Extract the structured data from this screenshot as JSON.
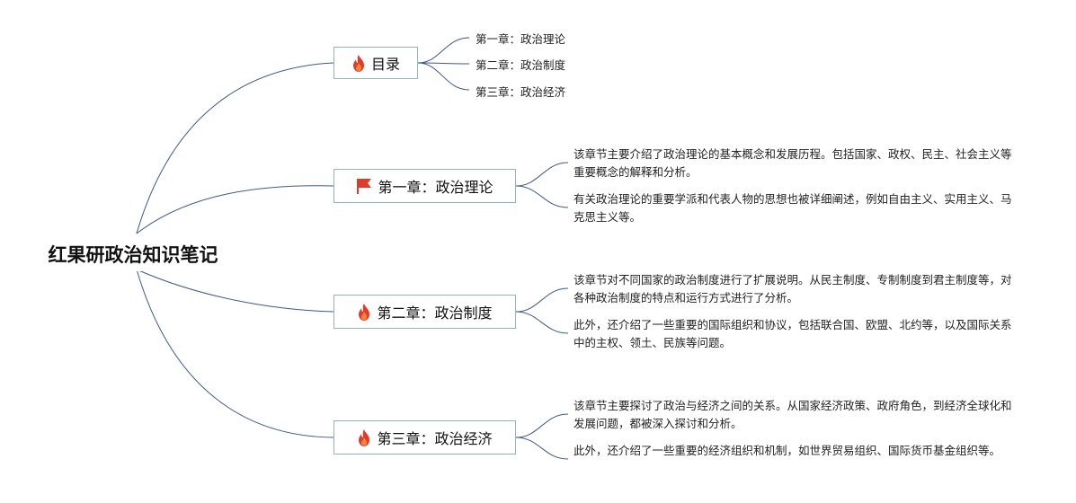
{
  "root": {
    "label": "红果研政治知识笔记"
  },
  "topics": [
    {
      "label": "目录",
      "icon": "fire-icon",
      "leaves": [
        "第一章：政治理论",
        "第二章：政治制度",
        "第三章：政治经济"
      ]
    },
    {
      "label": "第一章：政治理论",
      "icon": "flag-icon",
      "paragraphs": [
        "该章节主要介绍了政治理论的基本概念和发展历程。包括国家、政权、民主、社会主义等重要概念的解释和分析。",
        "有关政治理论的重要学派和代表人物的思想也被详细阐述，例如自由主义、实用主义、马克思主义等。"
      ]
    },
    {
      "label": "第二章：政治制度",
      "icon": "fire-icon",
      "paragraphs": [
        "该章节对不同国家的政治制度进行了扩展说明。从民主制度、专制制度到君主制度等，对各种政治制度的特点和运行方式进行了分析。",
        "此外，还介绍了一些重要的国际组织和协议，包括联合国、欧盟、北约等，以及国际关系中的主权、领土、民族等问题。"
      ]
    },
    {
      "label": "第三章：政治经济",
      "icon": "fire-icon",
      "paragraphs": [
        "该章节主要探讨了政治与经济之间的关系。从国家经济政策、政府角色，到经济全球化和发展问题，都被深入探讨和分析。",
        "此外，还介绍了一些重要的经济组织和机制，如世界贸易组织、国际货币基金组织等。"
      ]
    }
  ],
  "colors": {
    "line": "#3f5a86",
    "node_border": "#8fb8b4",
    "icon_red": "#e03a2b",
    "icon_orange": "#f2843a"
  }
}
